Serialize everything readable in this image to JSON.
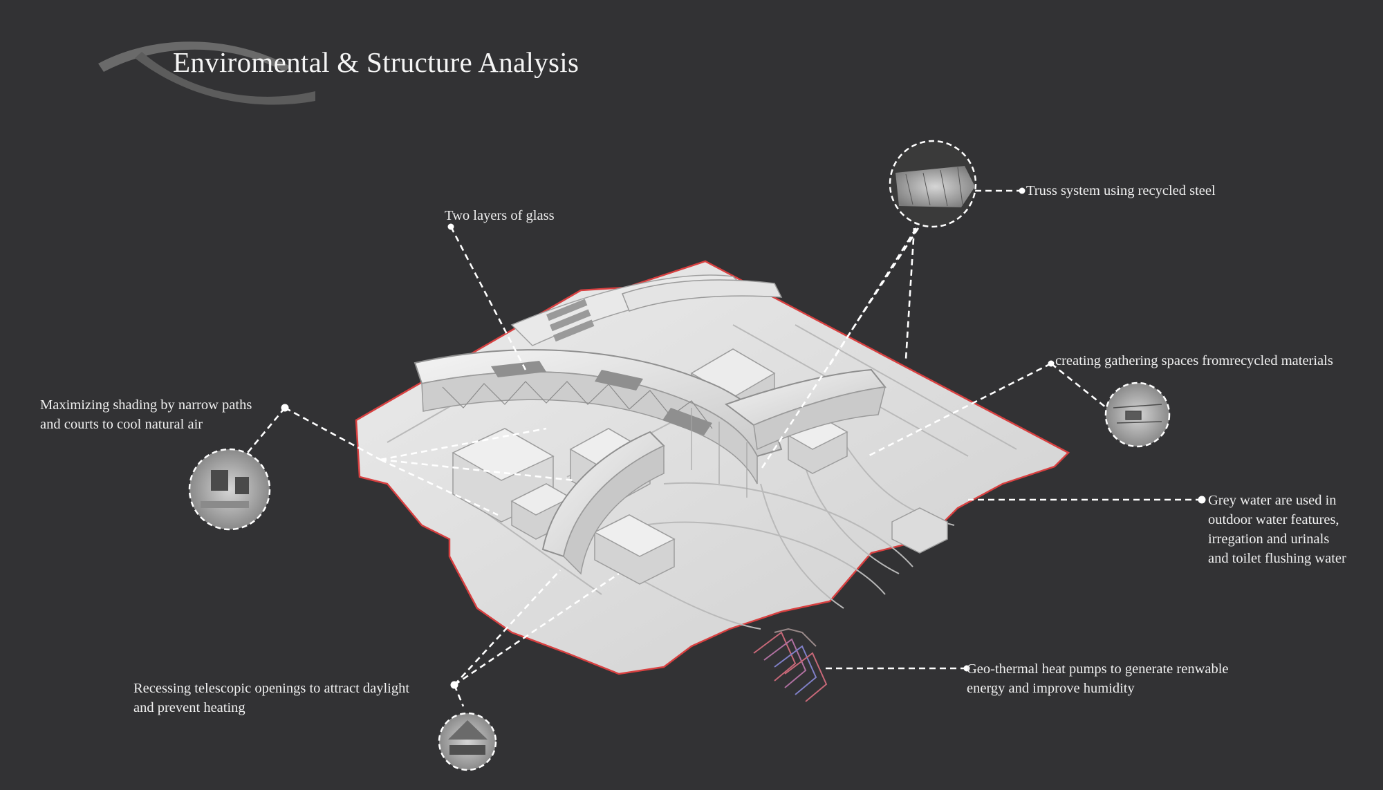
{
  "title": "Enviromental & Structure Analysis",
  "annotations": {
    "glass": [
      "Two layers of  glass"
    ],
    "truss": [
      "Truss system using recycled steel"
    ],
    "gathering": [
      "creating gathering spaces fromrecycled materials"
    ],
    "shading": [
      "Maximizing shading by narrow paths",
      "and courts to cool natural air"
    ],
    "greywater": [
      "Grey water are used in",
      "outdoor water features,",
      "irregation and urinals",
      "and toilet flushing water"
    ],
    "geothermal": [
      "Geo-thermal heat pumps to generate renwable",
      "energy and improve humidity"
    ],
    "telescopic": [
      "Recessing telescopic openings to attract daylight",
      "and prevent heating"
    ]
  },
  "icons": [
    "title-swoosh-icon",
    "building-axonometric",
    "detail-circle-icon",
    "geothermal-pipes-icon"
  ],
  "colors": {
    "background": "#323234",
    "site_outline": "#d84040",
    "leader_line": "#ffffff",
    "model": "#e8e8e8",
    "pipes": "#c86878"
  }
}
